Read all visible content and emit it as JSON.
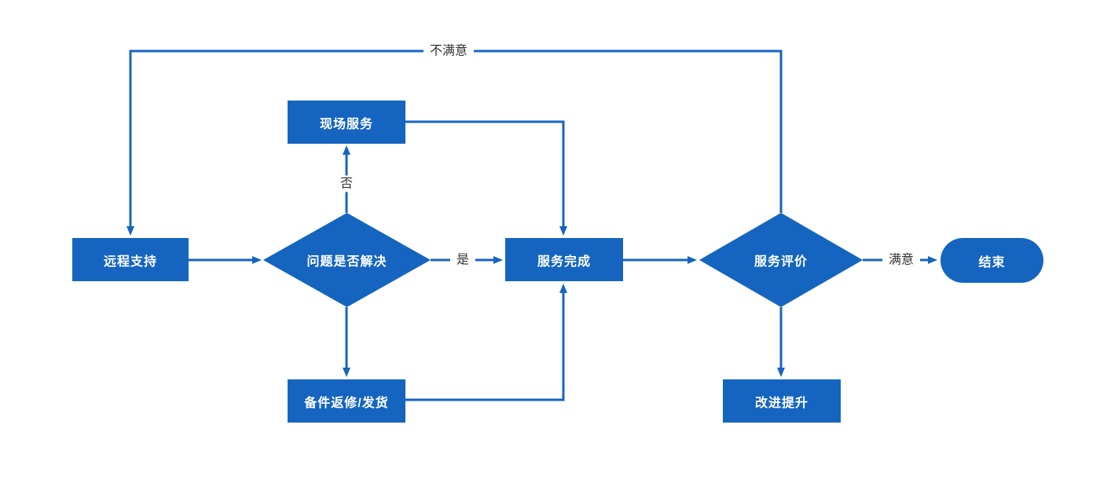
{
  "diagram": {
    "type": "flowchart",
    "colors": {
      "primary": "#1565C0",
      "node_text": "#ffffff",
      "edge_label_text": "#333333",
      "background": "#ffffff"
    },
    "nodes": [
      {
        "id": "remote-support",
        "shape": "rectangle",
        "label": "远程支持"
      },
      {
        "id": "onsite-service",
        "shape": "rectangle",
        "label": "现场服务"
      },
      {
        "id": "problem-solved-decision",
        "shape": "diamond",
        "label": "问题是否解决"
      },
      {
        "id": "service-complete",
        "shape": "rectangle",
        "label": "服务完成"
      },
      {
        "id": "parts-repair-shipping",
        "shape": "rectangle",
        "label": "备件返修/发货"
      },
      {
        "id": "service-evaluation",
        "shape": "diamond",
        "label": "服务评价"
      },
      {
        "id": "improvement",
        "shape": "rectangle",
        "label": "改进提升"
      },
      {
        "id": "end",
        "shape": "stadium",
        "label": "结束"
      }
    ],
    "edge_labels": {
      "no": "否",
      "yes": "是",
      "satisfied": "满意",
      "unsatisfied": "不满意"
    },
    "edges": [
      {
        "from": "远程支持",
        "to": "问题是否解决",
        "label": ""
      },
      {
        "from": "问题是否解决",
        "to": "现场服务",
        "label": "否"
      },
      {
        "from": "问题是否解决",
        "to": "服务完成",
        "label": "是"
      },
      {
        "from": "问题是否解决",
        "to": "备件返修/发货",
        "label": ""
      },
      {
        "from": "现场服务",
        "to": "服务完成",
        "label": ""
      },
      {
        "from": "备件返修/发货",
        "to": "服务完成",
        "label": ""
      },
      {
        "from": "服务完成",
        "to": "服务评价",
        "label": ""
      },
      {
        "from": "服务评价",
        "to": "结束",
        "label": "满意"
      },
      {
        "from": "服务评价",
        "to": "改进提升",
        "label": ""
      },
      {
        "from": "服务评价",
        "to": "远程支持",
        "label": "不满意"
      }
    ]
  }
}
